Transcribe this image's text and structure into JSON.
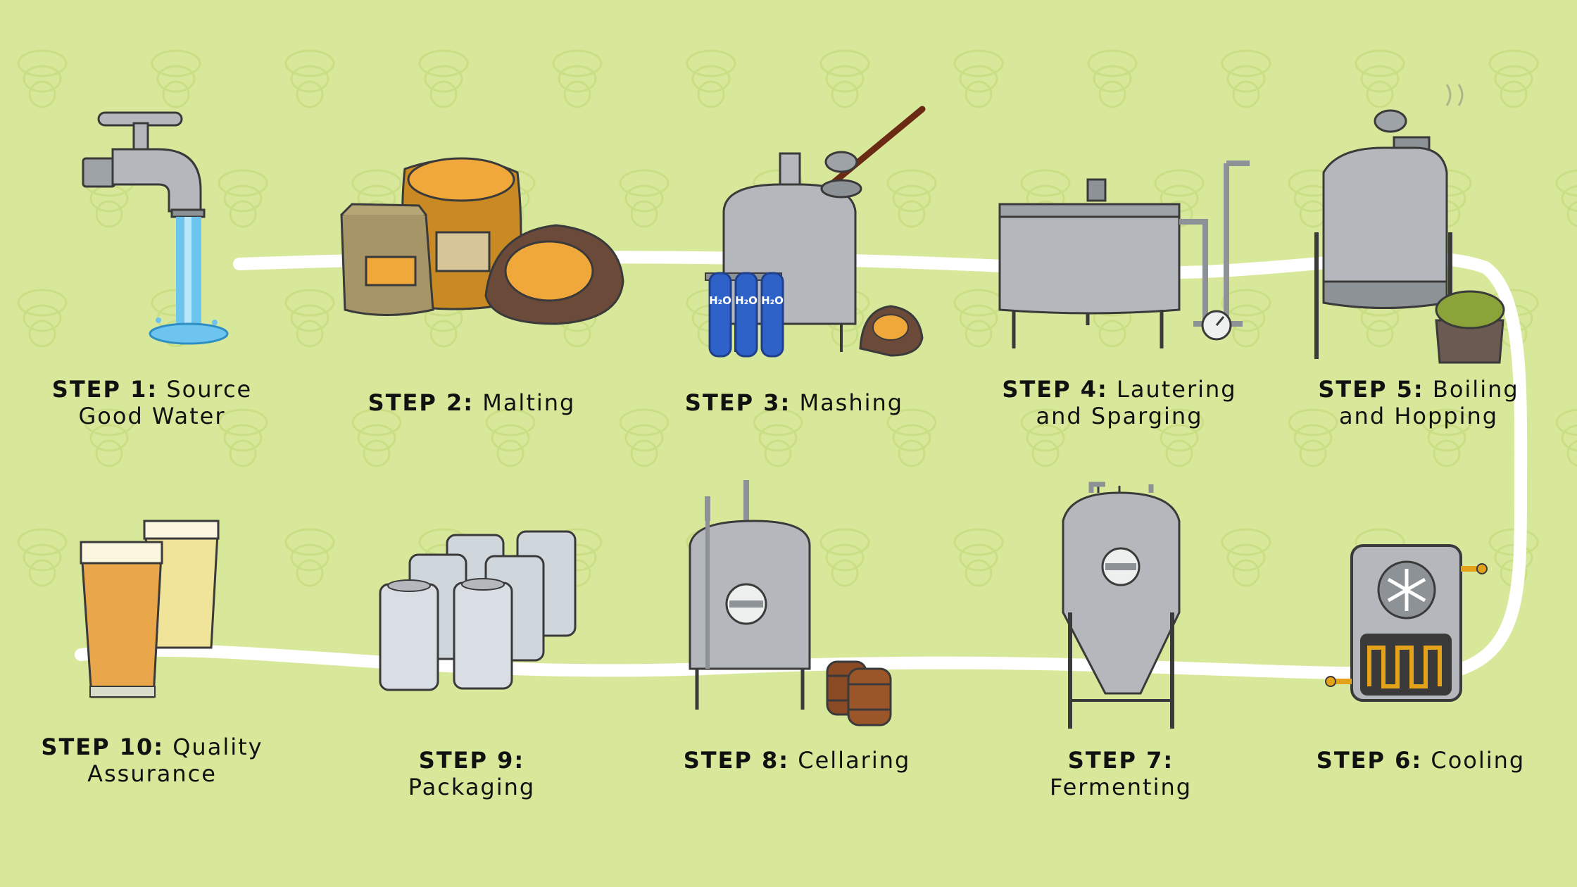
{
  "steps": [
    {
      "num": "STEP 1:",
      "name": "Source Good Water",
      "line1_name": "Source",
      "line2": "Good Water",
      "icon": "water-tap-icon"
    },
    {
      "num": "STEP 2:",
      "name": "Malting",
      "icon": "malt-sacks-icon"
    },
    {
      "num": "STEP 3:",
      "name": "Mashing",
      "icon": "mash-tun-icon",
      "tank_text": "H₂O"
    },
    {
      "num": "STEP 4:",
      "name": "Lautering and Sparging",
      "line1_name": "Lautering",
      "line2": "and Sparging",
      "icon": "lauter-tun-icon"
    },
    {
      "num": "STEP 5:",
      "name": "Boiling and Hopping",
      "line1_name": "Boiling",
      "line2": "and Hopping",
      "icon": "brew-kettle-icon"
    },
    {
      "num": "STEP 6:",
      "name": "Cooling",
      "icon": "wort-chiller-icon"
    },
    {
      "num": "STEP 7:",
      "name": "Fermenting",
      "icon": "fermenter-icon"
    },
    {
      "num": "STEP 8:",
      "name": "Cellaring",
      "icon": "bright-tank-barrels-icon"
    },
    {
      "num": "STEP 9:",
      "name": "Packaging",
      "icon": "beer-cans-icon"
    },
    {
      "num": "STEP 10:",
      "name": "Quality Assurance",
      "line1_name": "Quality",
      "line2": "Assurance",
      "icon": "beer-glasses-icon"
    }
  ],
  "colors": {
    "background": "#d8e89a",
    "pattern": "#c9de85",
    "path": "#ffffff",
    "steel": "#b4b8bc",
    "steel_dark": "#8d9296",
    "outline": "#3a3a3a",
    "water": "#6cc4ef",
    "grain": "#f0a83a",
    "sack": "#c98a24",
    "burlap": "#a69566",
    "wood": "#8a4a24",
    "hops": "#8aa43a",
    "beer": "#e9a64a",
    "pale_beer": "#f0e49a",
    "co2_blue": "#2f62c8",
    "brass": "#e3a21a"
  }
}
